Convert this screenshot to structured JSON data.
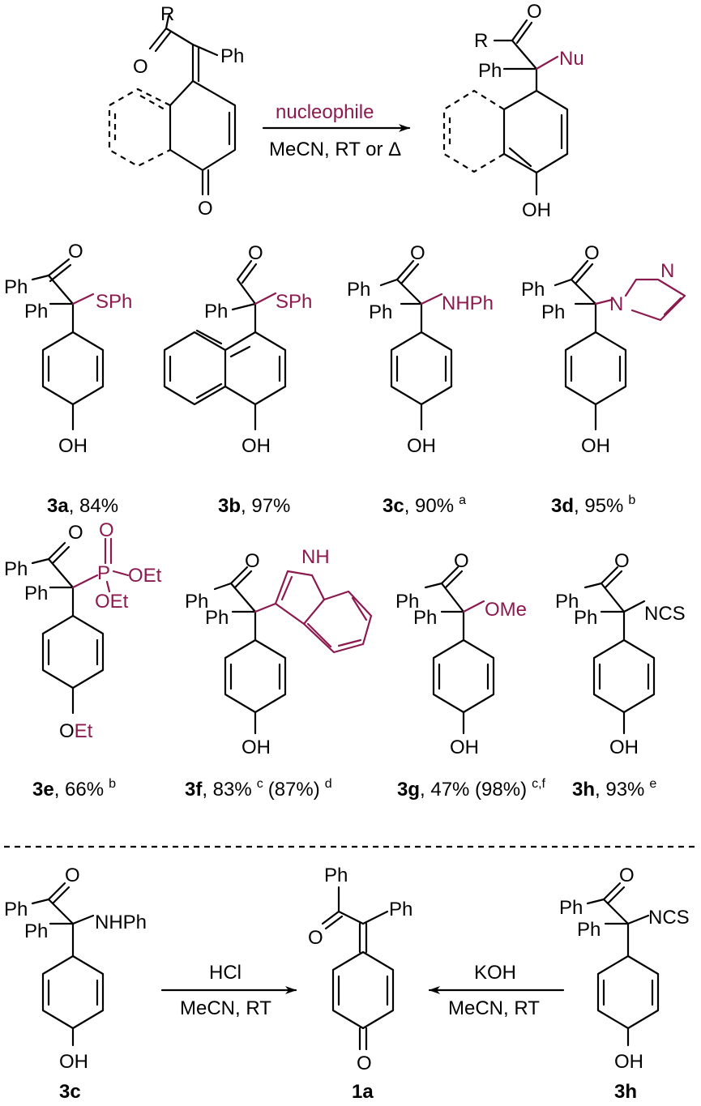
{
  "colors": {
    "nucleophile": "#8b1a4f",
    "ink": "#000000"
  },
  "reaction": {
    "reagent": "nucleophile",
    "conditions": "MeCN, RT or Δ",
    "sm_R": "R",
    "sm_O1": "O",
    "sm_Ph": "Ph",
    "sm_O2": "O",
    "pr_R": "R",
    "pr_O": "O",
    "pr_Ph": "Ph",
    "pr_Nu": "Nu",
    "pr_OH": "OH"
  },
  "compounds": [
    {
      "id": "3a",
      "yield": ", 84%",
      "sup": "",
      "nu": "SPh",
      "oh": "OH"
    },
    {
      "id": "3b",
      "yield": ", 97%",
      "sup": "",
      "nu": "SPh",
      "oh": "OH"
    },
    {
      "id": "3c",
      "yield": ", 90%",
      "sup": "a",
      "nu": "NHPh",
      "oh": "OH"
    },
    {
      "id": "3d",
      "yield": ", 95%",
      "sup": "b",
      "nu": "N",
      "nu2": "N",
      "oh": "OH"
    },
    {
      "id": "3e",
      "yield": ", 66%",
      "sup": "b",
      "nu": "P",
      "oh": "O",
      "oh2": "Et",
      "p_o": "O",
      "p_oet1": "OEt",
      "p_oet2": "OEt"
    },
    {
      "id": "3f",
      "yield": ", 83%",
      "sup": "c",
      "extra": "(87%)",
      "sup2": "d",
      "nu": "NH",
      "oh": "OH"
    },
    {
      "id": "3g",
      "yield": ", 47% (98%)",
      "sup": "c,f",
      "nu": "OMe",
      "oh": "OH"
    },
    {
      "id": "3h",
      "yield": ", 93%",
      "sup": "e",
      "nu": "NCS",
      "oh": "OH"
    }
  ],
  "common": {
    "ph": "Ph",
    "o": "O"
  },
  "bottom": {
    "left": {
      "id": "3c",
      "nu": "NHPh",
      "oh": "OH"
    },
    "center": {
      "id": "1a",
      "ph1": "Ph",
      "ph2": "Ph",
      "o1": "O",
      "o2": "O"
    },
    "right": {
      "id": "3h",
      "nu": "NCS",
      "oh": "OH"
    },
    "left_arrow_top": "HCl",
    "left_arrow_bottom": "MeCN, RT",
    "right_arrow_top": "KOH",
    "right_arrow_bottom": "MeCN, RT"
  }
}
